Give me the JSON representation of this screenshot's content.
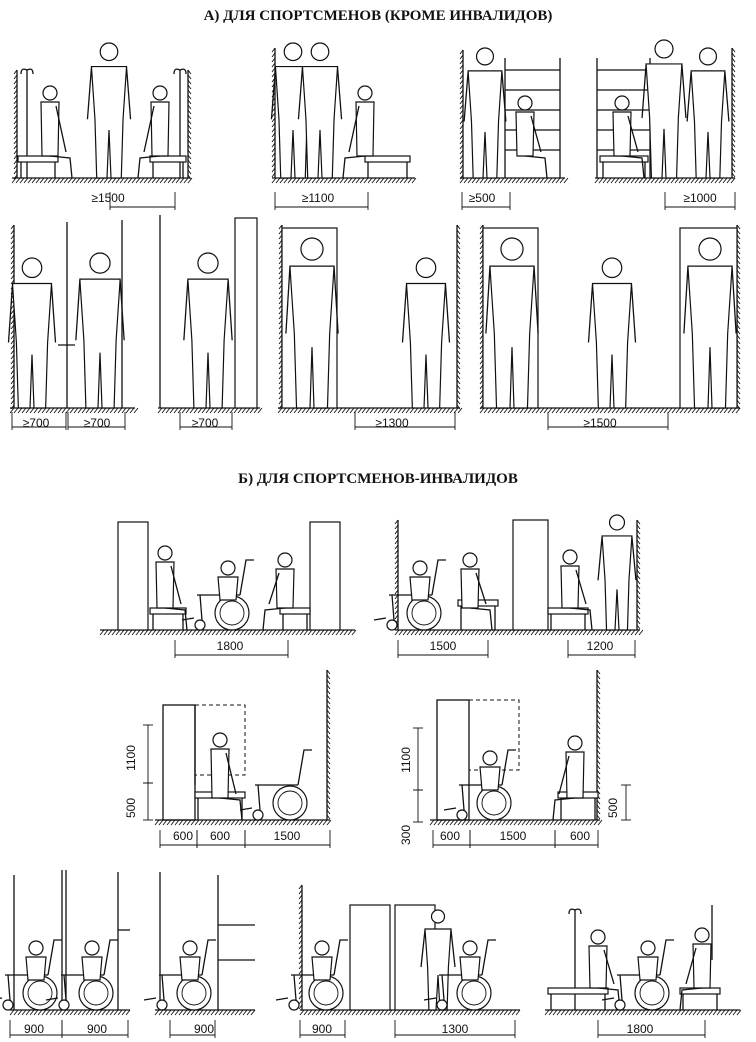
{
  "section_a": {
    "title": "А) ДЛЯ СПОРТСМЕНОВ (КРОМЕ ИНВАЛИДОВ)",
    "dims_row1": [
      "≥1500",
      "≥1100",
      "≥500",
      "≥1000"
    ],
    "dims_row2": [
      "≥700",
      "≥700",
      "≥700",
      "≥1300",
      "≥1500"
    ]
  },
  "section_b": {
    "title": "Б) ДЛЯ СПОРТСМЕНОВ-ИНВАЛИДОВ",
    "dims_row3": [
      "1800",
      "1500",
      "1200"
    ],
    "dims_row4_left": [
      "600",
      "600",
      "1500"
    ],
    "dims_row4_left_vertical": [
      "1100",
      "500"
    ],
    "dims_row4_right": [
      "600",
      "1500",
      "600"
    ],
    "dims_row4_right_vertical": [
      "1100",
      "300",
      "500"
    ],
    "dims_row5": [
      "900",
      "900",
      "900",
      "900",
      "1300",
      "1800"
    ]
  }
}
